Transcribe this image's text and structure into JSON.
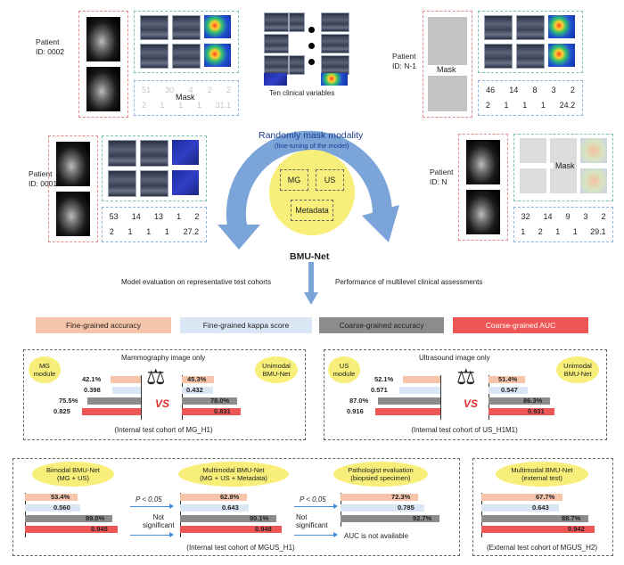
{
  "patients": {
    "p0002": {
      "label": "Patient\nID: 0002",
      "mask": "Mask",
      "row1": [
        "51",
        "30",
        "4",
        "2",
        "2"
      ],
      "row2": [
        "2",
        "1",
        "1",
        "1",
        "31.1"
      ]
    },
    "pN1": {
      "label": "Patient\nID: N-1",
      "mask": "Mask",
      "row1": [
        "46",
        "14",
        "8",
        "3",
        "2"
      ],
      "row2": [
        "2",
        "1",
        "1",
        "1",
        "24.2"
      ]
    },
    "p0001": {
      "label": "Patient\nID: 0001",
      "row1": [
        "53",
        "14",
        "13",
        "1",
        "2"
      ],
      "row2": [
        "2",
        "1",
        "1",
        "1",
        "27.2"
      ]
    },
    "pN": {
      "label": "Patient\nID: N",
      "mask": "Mask",
      "row1": [
        "32",
        "14",
        "9",
        "3",
        "2"
      ],
      "row2": [
        "1",
        "2",
        "1",
        "1",
        "29.1"
      ]
    }
  },
  "center": {
    "ten_vars": "Ten clinical variables",
    "mask_title": "Randomly mask modality",
    "mask_sub": "(fine-tuning of the model)",
    "mg": "MG",
    "us": "US",
    "metadata": "Metadata",
    "net": "BMU-Net",
    "left_caption": "Model evaluation on representative test cohorts",
    "right_caption": "Performance of multilevel clinical assessments"
  },
  "legend": {
    "fine_acc": "Fine-grained accuracy",
    "fine_kappa": "Fine-grained kappa score",
    "coarse_acc": "Coarse-grained accuracy",
    "coarse_auc": "Coarse-grained AUC"
  },
  "colors": {
    "fine_acc": "#f6c4a9",
    "fine_kappa": "#dbe6f4",
    "coarse_acc": "#8c8c8c",
    "coarse_auc": "#ee5555"
  },
  "panels": {
    "mg": {
      "title": "Mammography image only",
      "left_name": "MG\nmodule",
      "right_name": "Unimodal\nBMU-Net",
      "vs": "VS",
      "caption": "(Internal test cohort of MG_H1)",
      "left_labels": [
        "42.1%",
        "0.398",
        "75.5%",
        "0.825"
      ],
      "left_values": [
        0.421,
        0.398,
        0.755,
        0.825
      ],
      "right_labels": [
        "45.3%",
        "0.432",
        "78.0%",
        "0.831"
      ],
      "right_values": [
        0.453,
        0.432,
        0.78,
        0.831
      ]
    },
    "us": {
      "title": "Ultrasound image only",
      "left_name": "US\nmodule",
      "right_name": "Unimodal\nBMU-Net",
      "vs": "VS",
      "caption": "(Internal test cohort of US_H1M1)",
      "left_labels": [
        "52.1%",
        "0.571",
        "87.0%",
        "0.916"
      ],
      "left_values": [
        0.521,
        0.571,
        0.87,
        0.916
      ],
      "right_labels": [
        "51.4%",
        "0.547",
        "86.3%",
        "0.931"
      ],
      "right_values": [
        0.514,
        0.547,
        0.863,
        0.931
      ]
    },
    "mgus": {
      "caption": "(Internal test cohort of MGUS_H1)",
      "a_name": "Bimodal BMU-Net\n(MG + US)",
      "a_labels": [
        "53.4%",
        "0.560",
        "89.0%",
        "0.945"
      ],
      "a_values": [
        0.534,
        0.56,
        0.89,
        0.945
      ],
      "b_name": "Multimodal BMU-Net\n(MG + US + Metadata)",
      "b_labels": [
        "62.8%",
        "0.643",
        "90.1%",
        "0.948"
      ],
      "b_values": [
        0.628,
        0.643,
        0.901,
        0.948
      ],
      "c_name": "Pathologist evaluation\n(biopsied specimen)",
      "c_labels": [
        "72.3%",
        "0.785",
        "92.7%"
      ],
      "c_values": [
        0.723,
        0.785,
        0.927
      ],
      "p1": "P < 0.05",
      "ns1": "Not\nsignificant",
      "p2": "P < 0.05",
      "ns2": "Not\nsignificant",
      "auc_na": "AUC is not available"
    },
    "ext": {
      "caption": "(External test cohort of MGUS_H2)",
      "name": "Multimodal BMU-Net\n(external test)",
      "labels": [
        "67.7%",
        "0.643",
        "88.7%",
        "0.942"
      ],
      "values": [
        0.677,
        0.643,
        0.887,
        0.942
      ]
    }
  }
}
